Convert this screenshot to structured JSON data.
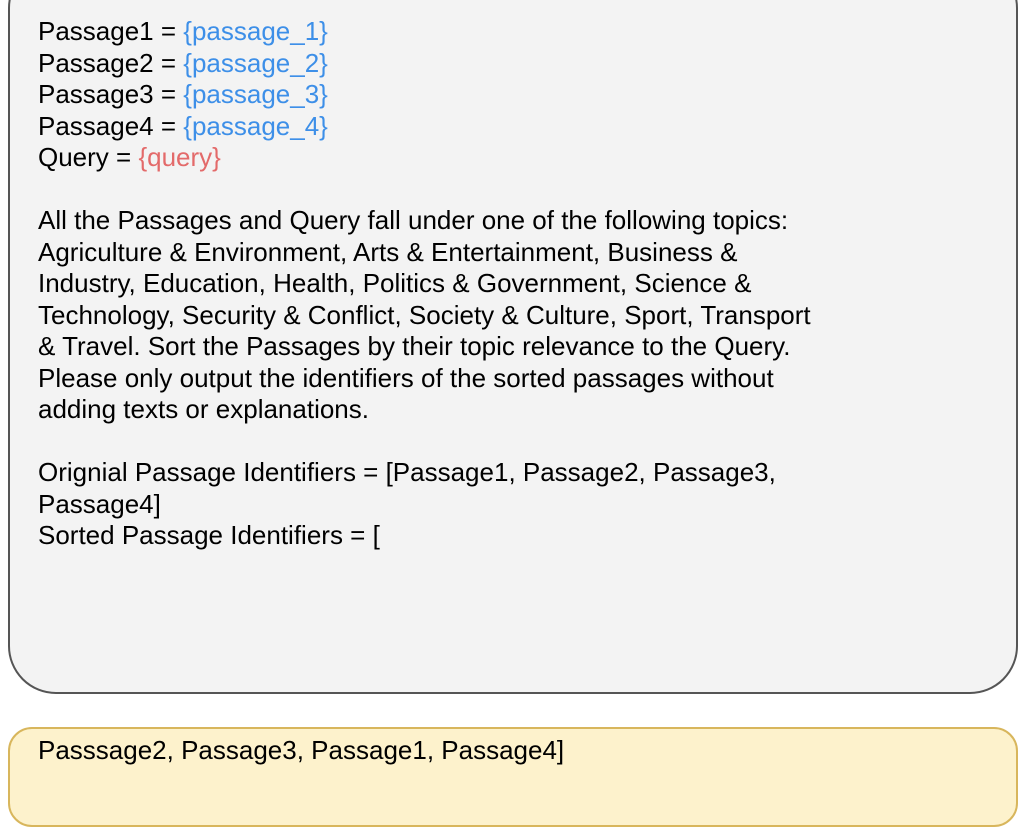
{
  "prompt": {
    "passages": [
      {
        "label": "Passage1 = ",
        "var": "{passage_1}"
      },
      {
        "label": "Passage2 = ",
        "var": "{passage_2}"
      },
      {
        "label": "Passage3 = ",
        "var": "{passage_3}"
      },
      {
        "label": "Passage4 = ",
        "var": "{passage_4}"
      }
    ],
    "query": {
      "label": "Query = ",
      "var": "{query}"
    },
    "instructions": [
      "All the Passages and Query fall under one of the following topics:",
      "Agriculture & Environment, Arts & Entertainment, Business &",
      "Industry, Education, Health, Politics & Government, Science &",
      "Technology, Security & Conflict, Society & Culture, Sport, Transport",
      "& Travel. Sort the Passages by their topic relevance to the Query.",
      "Please only output the identifiers of the sorted passages without",
      "adding texts or explanations."
    ],
    "identifiers": [
      "Orignial Passage Identifiers = [Passage1, Passage2, Passage3,",
      "Passage4]",
      "Sorted Passage Identifiers = ["
    ]
  },
  "answer": {
    "text": "Passsage2, Passage3, Passage1, Passage4]"
  },
  "colors": {
    "variable_blue": "#3d8fe8",
    "variable_red": "#e36a6a",
    "prompt_bg": "#f3f3f3",
    "answer_bg": "#fdf2cc",
    "answer_border": "#d8b65c"
  }
}
